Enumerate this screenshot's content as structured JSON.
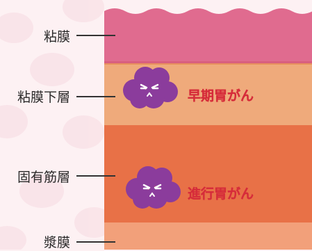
{
  "layers": [
    {
      "name": "粘膜"
    },
    {
      "name": "粘膜下層"
    },
    {
      "name": "固有筋層"
    },
    {
      "name": "漿膜"
    }
  ],
  "stages": [
    {
      "label": "早期胃がん"
    },
    {
      "label": "進行胃がん"
    }
  ],
  "colors": {
    "mucosa": "#e06b8f",
    "submucosa": "#efaa7b",
    "muscle": "#e87147",
    "serosa": "#f2a07a",
    "tumor": "#8b3c9c",
    "stage_text": "#d62d3a",
    "background": "#fdf1f3"
  }
}
